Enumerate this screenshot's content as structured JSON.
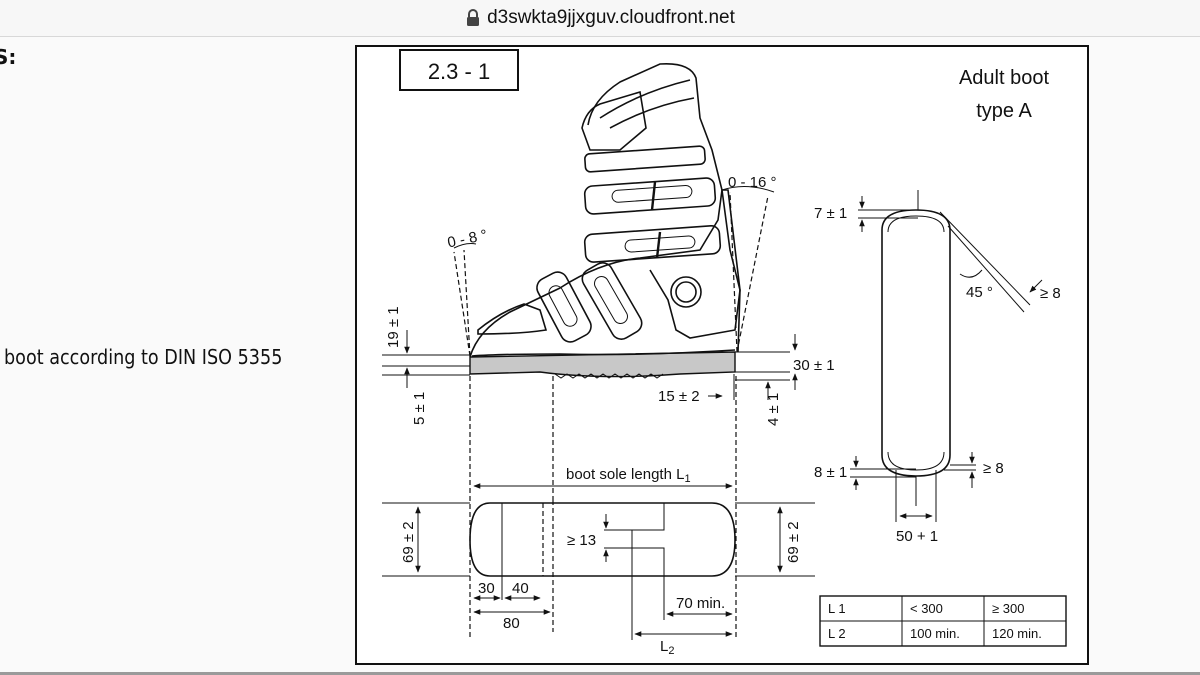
{
  "browser": {
    "url": "d3swkta9jjxguv.cloudfront.net"
  },
  "left_text": {
    "heading_fragment": "S:",
    "caption_fragment": "boot according to DIN ISO 5355"
  },
  "figure": {
    "figure_id": "2.3 - 1",
    "boot_type_line1": "Adult boot",
    "boot_type_line2": "type A",
    "angle_front": "0 - 8 °",
    "angle_rear": "0 - 16 °",
    "dim_toe_height": "19 ± 1",
    "dim_toe_thickness": "5 ± 1",
    "dim_heel_height": "30 ± 1",
    "dim_heel_offset": "15 ± 2",
    "dim_heel_thickness": "4 ± 1",
    "dim_sole_length": "boot sole length  L",
    "dim_sole_length_sub": "1",
    "dim_width_left": "69 ± 2",
    "dim_width_right": "69 ± 2",
    "dim_notch": "≥ 13",
    "dim_30": "30",
    "dim_40": "40",
    "dim_80": "80",
    "dim_70min": "70 min.",
    "dim_L2": "L",
    "dim_L2_sub": "2",
    "dim_top_7": "7 ± 1",
    "dim_angle_45": "45 °",
    "dim_ge8_upper": "≥ 8",
    "dim_bottom_8": "8 ± 1",
    "dim_ge8_lower": "≥ 8",
    "dim_width_50": "50 + 1",
    "table": {
      "rows": [
        [
          "L 1",
          "< 300",
          "≥ 300"
        ],
        [
          "L 2",
          "100 min.",
          "120 min."
        ]
      ]
    }
  }
}
